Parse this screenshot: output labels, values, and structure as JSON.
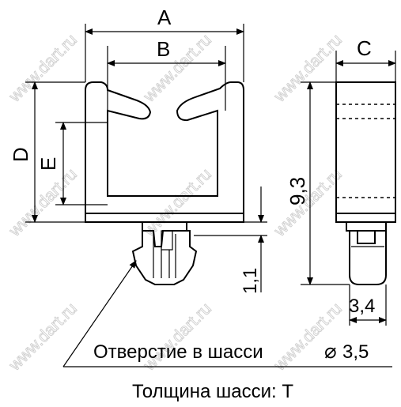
{
  "watermark": "www.dart.ru",
  "dimensions": {
    "a": "A",
    "b": "B",
    "c": "C",
    "d": "D",
    "e": "E",
    "height": "9,3",
    "chassis_thickness": "1,1",
    "pin_width": "3,4"
  },
  "notes": {
    "hole_label": "Отверстие в шасси",
    "hole_symbol": "⌀",
    "hole_value": "3,5",
    "thickness_label": "Толщина шасси: Т"
  }
}
